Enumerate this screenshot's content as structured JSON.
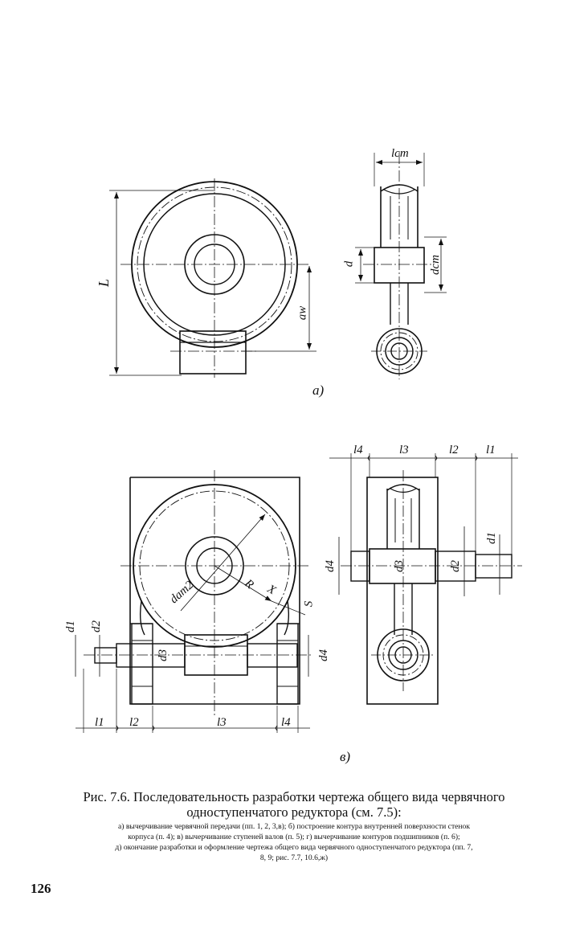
{
  "figure": {
    "views": {
      "a": {
        "mark": "а)",
        "labels": {
          "L": "L",
          "aw": "aw",
          "lst": "lст",
          "d": "d",
          "dst": "dст"
        }
      },
      "v": {
        "mark": "в)",
        "labels": {
          "l1": "l1",
          "l2": "l2",
          "l3": "l3",
          "l4": "l4",
          "d1": "d1",
          "d2": "d2",
          "d3": "d3",
          "d4": "d4",
          "dam2": "dam2",
          "R": "R",
          "X": "X",
          "S": "S"
        }
      }
    }
  },
  "caption": {
    "title_line1": "Рис. 7.6. Последовательность разработки чертежа общего вида червячного",
    "title_line2": "одноступенчатого редуктора (см. 7.5):",
    "body_line1": "а) вычерчивание червячной передачи (пп. 1, 2, 3,в); б) построение контура внутренней поверхности стенок",
    "body_line2": "корпуса (п. 4); в) вычерчивание ступеней валов (п. 5); г) вычерчивание контуров подшипников (п. 6);",
    "body_line3": "д) окончание разработки и оформление чертежа общего вида червячного одноступенчатого редуктора (пп. 7,",
    "body_line4": "8, 9; рис. 7.7, 10.6,ж)"
  },
  "page_number": "126"
}
